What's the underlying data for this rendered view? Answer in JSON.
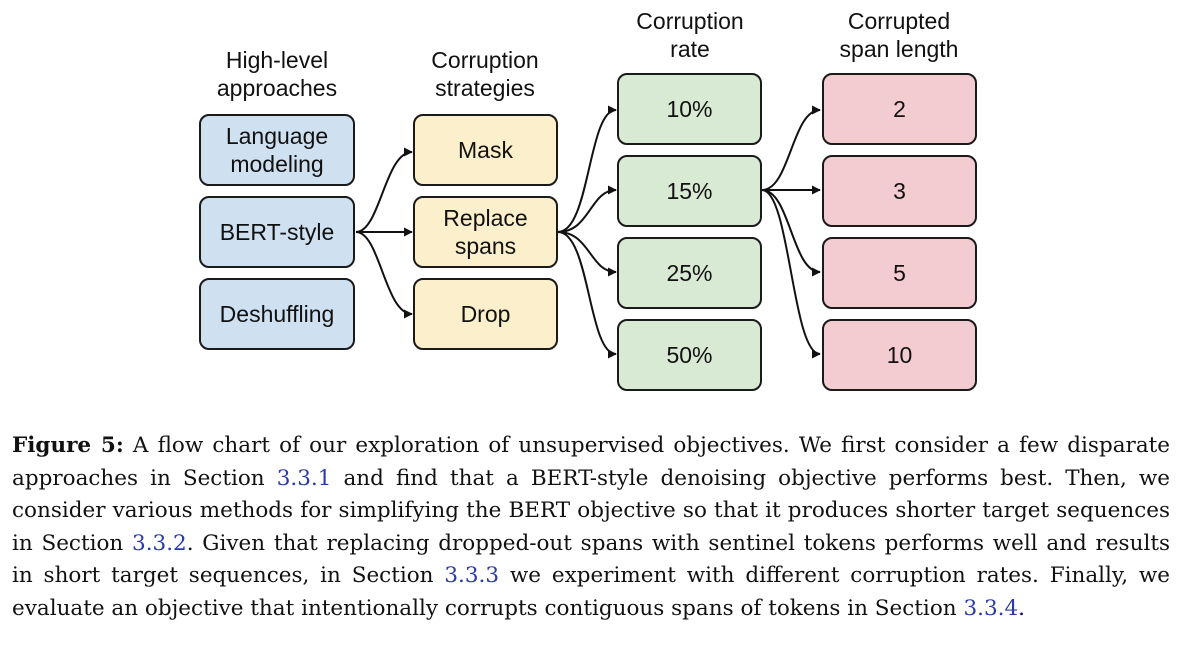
{
  "headers": {
    "approaches": [
      "High-level",
      "approaches"
    ],
    "strategies": [
      "Corruption",
      "strategies"
    ],
    "rate": [
      "Corruption",
      "rate"
    ],
    "span_length": [
      "Corrupted",
      "span length"
    ]
  },
  "approaches": [
    "Language modeling",
    "BERT-style",
    "Deshuffling"
  ],
  "strategies": [
    "Mask",
    "Replace spans",
    "Drop"
  ],
  "rates": [
    "10%",
    "15%",
    "25%",
    "50%"
  ],
  "span_lengths": [
    "2",
    "3",
    "5",
    "10"
  ],
  "colors": {
    "approaches": "#cfe0f1",
    "strategies": "#fcefcb",
    "rates": "#d9ead4",
    "span_lengths": "#f3ccd1"
  },
  "caption": {
    "label": "Figure 5:",
    "part1": " A flow chart of our exploration of unsupervised objectives. We first consider a few disparate approaches in Section ",
    "ref1": "3.3.1",
    "part2": " and find that a BERT-style denoising objective performs best. Then, we consider various methods for simplifying the BERT objective so that it produces shorter target sequences in Section ",
    "ref2": "3.3.2",
    "part3": ". Given that replacing dropped-out spans with sentinel tokens performs well and results in short target sequences, in Section ",
    "ref3": "3.3.3",
    "part4": " we experiment with different corruption rates. Finally, we evaluate an objective that intentionally corrupts contiguous spans of tokens in Section ",
    "ref4": "3.3.4",
    "part5": "."
  }
}
